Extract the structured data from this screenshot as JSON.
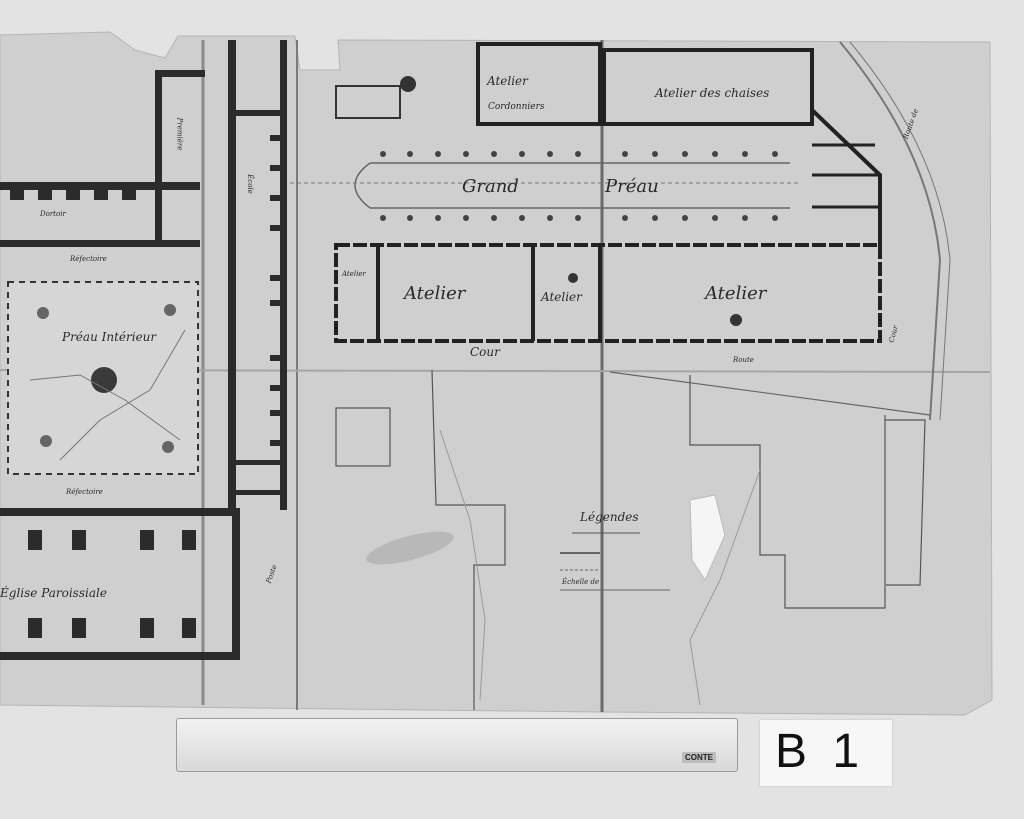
{
  "plan": {
    "labels": {
      "grand_preau_1": "Grand",
      "grand_preau_2": "Préau",
      "atelier_top_left": "Atelier",
      "atelier_top_left_sub": "Cordonniers",
      "atelier_top_right": "Atelier des chaises",
      "atelier_mid_1": "Atelier",
      "atelier_mid_2": "Atelier",
      "atelier_mid_3": "Atelier",
      "atelier_small": "Atelier",
      "preau_interieur": "Préau Intérieur",
      "refectoire_top": "Réfectoire",
      "refectoire_bottom": "Réfectoire",
      "eglise": "Église Paroissiale",
      "ecole": "École",
      "dortoir": "Dortoir",
      "cour": "Cour",
      "route": "Route",
      "legendes": "Légendes",
      "premiere": "Première",
      "poste": "Poste",
      "echelle": "Échelle de",
      "cour_side": "Cour",
      "rue": "Route de"
    },
    "plate_label": "B 1",
    "ruler_brand": "CONTE"
  }
}
